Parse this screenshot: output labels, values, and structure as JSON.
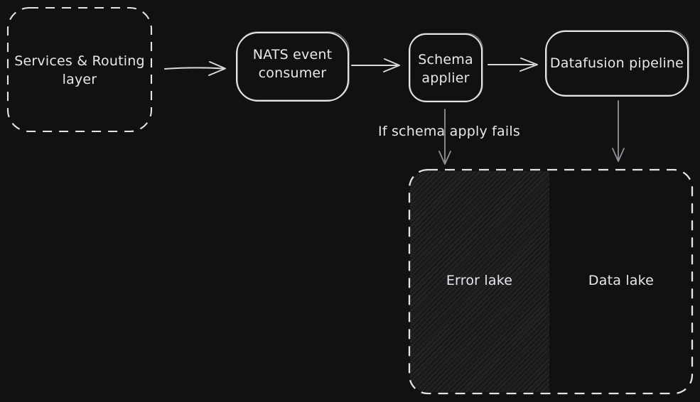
{
  "theme": {
    "bg": "#111112",
    "ink": "#e8e8ec",
    "box_stroke": "#e3e3e8",
    "arrow": "#d9dade",
    "arrow_dim": "#909499",
    "hatch_bg": "#1a1a1c",
    "hatch_line": "#2c2c2f"
  },
  "nodes": {
    "services": {
      "lines": [
        "Services & Routing",
        "layer"
      ]
    },
    "nats": {
      "lines": [
        "NATS event",
        "consumer"
      ]
    },
    "schema": {
      "lines": [
        "Schema",
        "applier"
      ]
    },
    "datafusion": {
      "label": "Datafusion pipeline"
    },
    "error_lake": {
      "label": "Error lake"
    },
    "data_lake": {
      "label": "Data lake"
    }
  },
  "annotations": {
    "schema_fail_label": "If schema apply fails"
  }
}
